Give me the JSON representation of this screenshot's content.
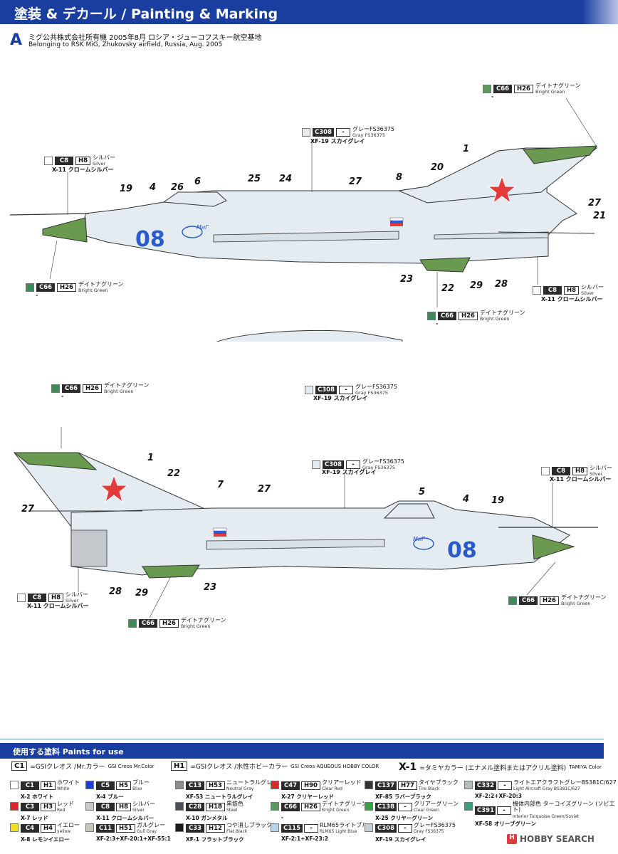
{
  "header": {
    "title": "塗装 & デカール / Painting & Marking"
  },
  "section_a": {
    "letter": "A",
    "jp": "ミグ公共株式会社所有機 2005年8月 ロシア・ジューコフスキー航空基地",
    "en": "Belonging to RSK MiG, Zhukovsky airfield, Russia, Aug. 2005"
  },
  "colors": {
    "header_blue": "#1a3ea0",
    "aircraft_body": "#e4ecf2",
    "bright_green": "#6a9a4f",
    "star_red": "#e53a3a",
    "number_blue": "#2a5bc8"
  },
  "callouts": {
    "green_top": {
      "c": "C66",
      "h": "H26",
      "jp": "デイトナグリーン",
      "en": "Bright Green",
      "x": "-"
    },
    "gray_top": {
      "c": "C308",
      "h": "-",
      "jp": "グレーFS36375",
      "en": "Gray FS36375",
      "x": "XF-19 スカイグレイ"
    },
    "silver_left": {
      "c": "C8",
      "h": "H8",
      "jp": "シルバー",
      "en": "Silver",
      "x": "X-11 クロームシルバー"
    },
    "green_nose": {
      "c": "C66",
      "h": "H26",
      "jp": "デイトナグリーン",
      "en": "Bright Green",
      "x": "-"
    },
    "silver_right": {
      "c": "C8",
      "h": "H8",
      "jp": "シルバー",
      "en": "Silver",
      "x": "X-11 クロームシルバー"
    },
    "green_belly": {
      "c": "C66",
      "h": "H26",
      "jp": "デイトナグリーン",
      "en": "Bright Green",
      "x": "-"
    },
    "gray_tank": {
      "c": "C308",
      "h": "-",
      "jp": "グレーFS36375",
      "en": "Gray FS36375",
      "x": "XF-19 スカイグレイ"
    },
    "green_tail2": {
      "c": "C66",
      "h": "H26",
      "jp": "デイトナグリーン",
      "en": "Bright Green",
      "x": "-"
    },
    "gray_top2": {
      "c": "C308",
      "h": "-",
      "jp": "グレーFS36375",
      "en": "Gray FS36375",
      "x": "XF-19 スカイグレイ"
    },
    "silver_right2": {
      "c": "C8",
      "h": "H8",
      "jp": "シルバー",
      "en": "Silver",
      "x": "X-11 クロームシルバー"
    },
    "silver_left2": {
      "c": "C8",
      "h": "H8",
      "jp": "シルバー",
      "en": "Silver",
      "x": "X-11 クロームシルバー"
    },
    "green_belly2": {
      "c": "C66",
      "h": "H26",
      "jp": "デイトナグリーン",
      "en": "Bright Green",
      "x": ""
    },
    "green_nose2": {
      "c": "C66",
      "h": "H26",
      "jp": "デイトナグリーン",
      "en": "Bright Green",
      "x": ""
    }
  },
  "markings": {
    "number": "08",
    "top_numbers": [
      "1",
      "19",
      "4",
      "26",
      "6",
      "25",
      "24",
      "27",
      "8",
      "20",
      "27",
      "21",
      "23",
      "22",
      "29",
      "28"
    ],
    "bottom_numbers": [
      "1",
      "22",
      "7",
      "27",
      "27",
      "5",
      "4",
      "19",
      "28",
      "29",
      "23"
    ]
  },
  "paints": {
    "title": "使用する塗料 Paints for use",
    "legend": [
      {
        "code": "C1",
        "text": "=GSIクレオス /Mr.カラー",
        "en": "GSI Creos Mr.Color"
      },
      {
        "code": "H1",
        "text": "=GSIクレオス /水性ホビーカラー",
        "en": "GSI Creos AQUEOUS HOBBY COLOR"
      },
      {
        "code": "X-1",
        "text": "=タミヤカラー (エナメル塗料またはアクリル塗料)",
        "en": "TAMIYA Color"
      }
    ],
    "items": [
      {
        "c": "C1",
        "h": "H1",
        "jp": "ホワイト",
        "en": "White",
        "x": "X-2 ホワイト",
        "color": "#ffffff"
      },
      {
        "c": "C5",
        "h": "H5",
        "jp": "ブルー",
        "en": "Blue",
        "x": "X-4 ブルー",
        "color": "#1f3fd0"
      },
      {
        "c": "C13",
        "h": "H53",
        "jp": "ニュートラルグレー",
        "en": "Neutral Gray",
        "x": "XF-53 ニュートラルグレイ",
        "color": "#8c8c8c"
      },
      {
        "c": "C47",
        "h": "H90",
        "jp": "クリアーレッド",
        "en": "Clear Red",
        "x": "X-27 クリヤーレッド",
        "color": "#d42a2a"
      },
      {
        "c": "C137",
        "h": "H77",
        "jp": "タイヤブラック",
        "en": "Tire Black",
        "x": "XF-85 ラバーブラック",
        "color": "#333333"
      },
      {
        "c": "C332",
        "h": "-",
        "jp": "ライトエアクラフトグレーBS381C/627",
        "en": "Light Aircraft Gray BS381C/627",
        "x": "XF-2:2+XF-20:3",
        "color": "#b4bcc0"
      },
      {
        "c": "C3",
        "h": "H3",
        "jp": "レッド",
        "en": "Red",
        "x": "X-7 レッド",
        "color": "#e0202a"
      },
      {
        "c": "C8",
        "h": "H8",
        "jp": "シルバー",
        "en": "Silver",
        "x": "X-11 クロームシルバー",
        "color": "#c8c8c8"
      },
      {
        "c": "C28",
        "h": "H18",
        "jp": "黒鉄色",
        "en": "Steel",
        "x": "X-10 ガンメタル",
        "color": "#4a4f54"
      },
      {
        "c": "C66",
        "h": "H26",
        "jp": "デイトナグリーン",
        "en": "Bright Green",
        "x": "-",
        "color": "#5a9a5a"
      },
      {
        "c": "C138",
        "h": "-",
        "jp": "クリアーグリーン",
        "en": "Clear Green",
        "x": "X-25 クリヤーグリーン",
        "color": "#3aa04a"
      },
      {
        "c": "C391",
        "h": "-",
        "jp": "機体内部色 ターコイズグリーン (ソビエト)",
        "en": "Interior Turquoise Green/Soviet",
        "x": "XF-58 オリーブグリーン",
        "color": "#3aa07a"
      },
      {
        "c": "C4",
        "h": "H4",
        "jp": "イエロー",
        "en": "yellow",
        "x": "X-8 レモンイエロー",
        "color": "#f2e020"
      },
      {
        "c": "C11",
        "h": "H51",
        "jp": "ガルグレー",
        "en": "Gull Gray",
        "x": "XF-2:3+XF-20:1+XF-55:1",
        "color": "#c2c6b8"
      },
      {
        "c": "C33",
        "h": "H12",
        "jp": "つや消しブラック",
        "en": "Flat Black",
        "x": "XF-1 フラットブラック",
        "color": "#1a1a1a"
      },
      {
        "c": "C115",
        "h": "-",
        "jp": "RLM65ライトブルー",
        "en": "RLM65 Light Blue",
        "x": "XF-2:1+XF-23:2",
        "color": "#b6d6ea"
      },
      {
        "c": "C308",
        "h": "-",
        "jp": "グレーFS36375",
        "en": "Gray FS36375",
        "x": "XF-19 スカイグレイ",
        "color": "#c4ccd4"
      }
    ]
  },
  "watermark": {
    "text": "HOBBY SEARCH",
    "logo": "H"
  }
}
